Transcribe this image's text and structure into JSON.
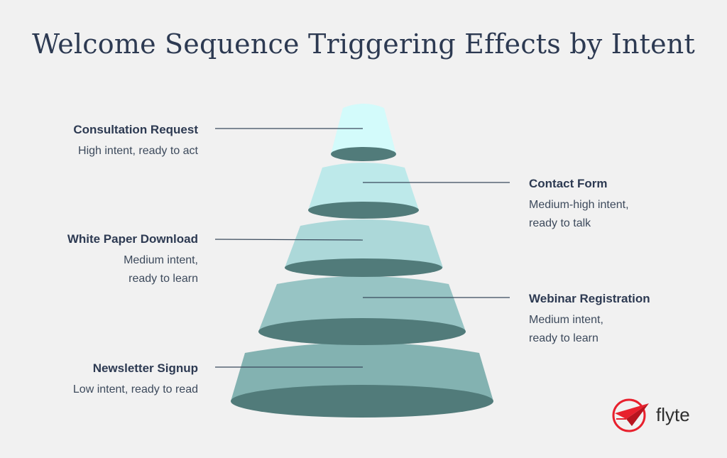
{
  "title": "Welcome Sequence Triggering Effects by Intent",
  "tiers": [
    {
      "name": "Consultation Request",
      "desc": "High intent, ready to act",
      "side": "left",
      "color": "#d3fbfb"
    },
    {
      "name": "Contact Form",
      "desc": "Medium-high intent,\nready to talk",
      "side": "right",
      "color": "#bde9ea"
    },
    {
      "name": "White Paper Download",
      "desc": "Medium intent,\nready to learn",
      "side": "left",
      "color": "#acd8d9"
    },
    {
      "name": "Webinar Registration",
      "desc": "Medium intent,\nready to learn",
      "side": "right",
      "color": "#97c4c4"
    },
    {
      "name": "Newsletter Signup",
      "desc": "Low intent, ready to read",
      "side": "left",
      "color": "#83b2b1"
    }
  ],
  "colors": {
    "shadow": "#517b7a",
    "leader": "#3a4a5c",
    "title": "#2d3a52",
    "brand": "#e8202d"
  },
  "logo": {
    "wordmark": "flyte",
    "icon": "paper-plane-icon"
  }
}
